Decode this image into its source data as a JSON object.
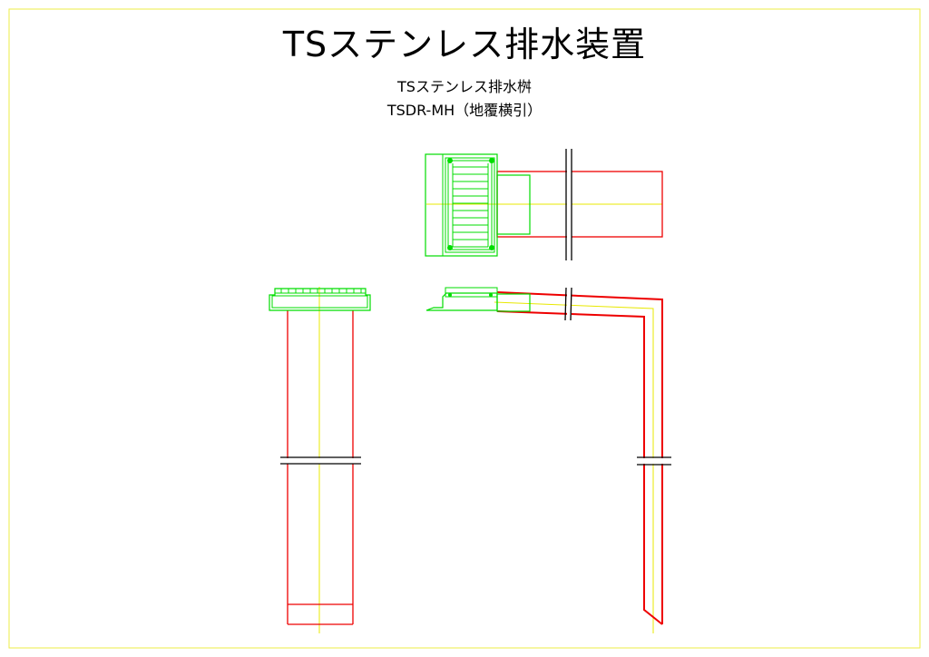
{
  "title": "TSステンレス排水装置",
  "subtitle": "TSステンレス排水桝",
  "model": "TSDR-MH（地覆横引）",
  "colors": {
    "frame": "#ffff00",
    "grate": "#00dd00",
    "pipe": "#ee0000",
    "centerline": "#eeee00",
    "break": "#000000"
  }
}
